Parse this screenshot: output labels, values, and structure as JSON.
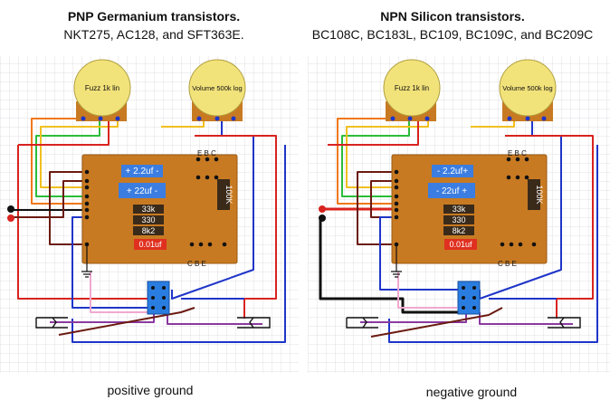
{
  "colors": {
    "board": "#c87a22",
    "pot": "#f2e27a",
    "pot_border": "#b0a040",
    "switch": "#2a7de0",
    "cap": "#3b7de0",
    "resistor": "#3a2a1a",
    "red_cap": "#e03020",
    "wire_red": "#d8231f",
    "wire_blue": "#1f35c8",
    "wire_green": "#2bbd3a",
    "wire_yellow": "#f0c020",
    "wire_orange": "#f07818",
    "wire_brown": "#6b1a10",
    "wire_purple": "#8a3aa0",
    "wire_pink": "#f0a8d0",
    "wire_black": "#111111",
    "grid": "#d8d8e0"
  },
  "left": {
    "title": "PNP Germanium transistors.",
    "subtitle": "NKT275, AC128, and SFT363E.",
    "caption": "positive ground",
    "pot_fuzz": "Fuzz 1k lin",
    "pot_volume": "Volume 500k log",
    "cap_1": "+ 2.2uf -",
    "cap_2": "+ 22uf -",
    "resistor_1": "33k",
    "resistor_2": "330",
    "resistor_3": "8k2",
    "resistor_100k": "100K",
    "cap_small": "0.01uf",
    "ebc_top": "E B C",
    "cbe_bottom": "C B E"
  },
  "right": {
    "title": "NPN Silicon transistors.",
    "subtitle": "BC108C, BC183L, BC109, BC109C, and BC209C",
    "caption": "negative ground",
    "pot_fuzz": "Fuzz 1k lin",
    "pot_volume": "Volume 500k log",
    "cap_1": "- 2.2uf+",
    "cap_2": "- 22uf +",
    "resistor_1": "33k",
    "resistor_2": "330",
    "resistor_3": "8k2",
    "resistor_100k": "100K",
    "cap_small": "0.01uf",
    "ebc_top": "E B C",
    "cbe_bottom": "C B E"
  }
}
